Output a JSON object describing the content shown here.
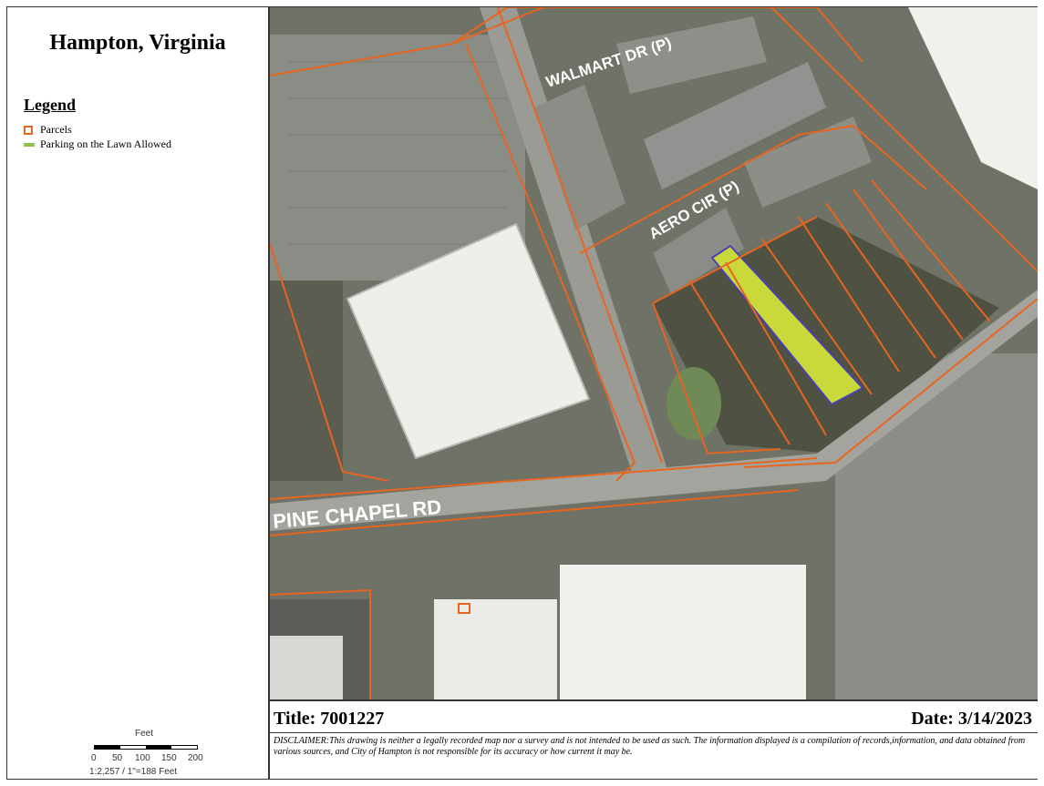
{
  "sidebar": {
    "title": "Hampton, Virginia",
    "legend": {
      "title": "Legend",
      "items": [
        {
          "label": "Parcels",
          "symbol": "parcel-outline",
          "color": "#e8651f"
        },
        {
          "label": "Parking on the Lawn Allowed",
          "symbol": "lawn-line",
          "color": "#8bc34a"
        }
      ]
    },
    "scale": {
      "unit": "Feet",
      "ticks": [
        "0",
        "50",
        "100",
        "150",
        "200"
      ],
      "ratio": "1:2,257 / 1\"=188 Feet"
    }
  },
  "map": {
    "roads": {
      "walmart": "WALMART DR (P)",
      "aero": "AERO CIR (P)",
      "pine": "PINE CHAPEL RD"
    },
    "colors": {
      "parcel": "#e8651f",
      "highlight_fill": "#c9d93a",
      "highlight_stroke": "#4b3fb5"
    }
  },
  "footer": {
    "title": "Title: 7001227",
    "date": "Date: 3/14/2023",
    "disclaimer": "DISCLAIMER:This drawing is neither a legally recorded map nor a survey and is not intended to be used as such. The information displayed is a compilation of records,information, and data obtained from various sources, and City of Hampton is not responsible for its accuracy or how current it may be."
  }
}
